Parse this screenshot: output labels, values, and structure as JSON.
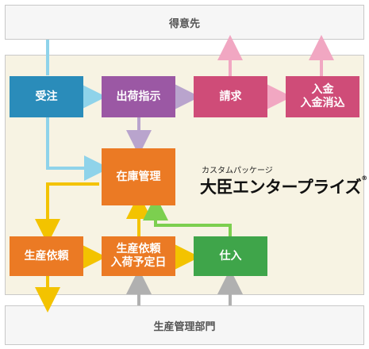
{
  "top_bar": "得意先",
  "bottom_bar": "生産管理部門",
  "nodes": {
    "juchu": "受注",
    "shukka": "出荷指示",
    "seikyu": "請求",
    "nyukin_1": "入金",
    "nyukin_2": "入金消込",
    "zaiko": "在庫管理",
    "seisan_irai": "生産依頼",
    "yotei_1": "生産依頼",
    "yotei_2": "入荷予定日",
    "shiire": "仕入"
  },
  "brand": {
    "subtitle": "カスタムパッケージ",
    "name": "大臣エンタープライズ",
    "mark": "®"
  },
  "colors": {
    "blue": "#2a8cba",
    "purple": "#9b58a4",
    "pink": "#cf4c78",
    "orange": "#eb7a24",
    "green": "#3fa54a",
    "arrow_light_blue": "#8fd3ea",
    "arrow_purple": "#b9a4cd",
    "arrow_pink": "#f1a7c2",
    "arrow_yellow": "#f3c300",
    "arrow_gray": "#b0b0b0",
    "arrow_green": "#7ccf4f"
  }
}
